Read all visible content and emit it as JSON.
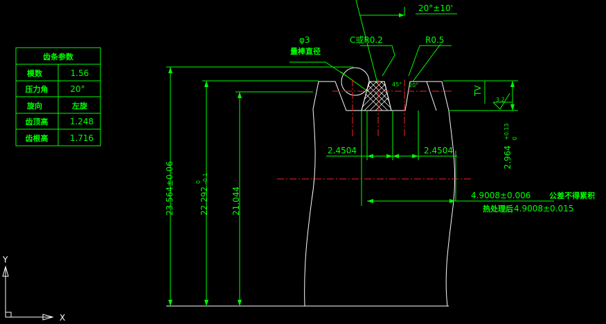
{
  "params_table": {
    "title": "齿条参数",
    "rows": [
      {
        "label": "模数",
        "value": "1.56"
      },
      {
        "label": "压力角",
        "value": "20°"
      },
      {
        "label": "旋向",
        "value": "左旋"
      },
      {
        "label": "齿顶高",
        "value": "1.248"
      },
      {
        "label": "齿根高",
        "value": "1.716"
      }
    ]
  },
  "labels": {
    "angle_tol": "20°±10'",
    "phi3": "φ3",
    "rod_dia": "量棒直径",
    "chamfer": "C或R0.2",
    "r05": "R0.5",
    "angle45": "45°",
    "angle20": "20°",
    "tv": "TV",
    "surface": "3.2",
    "pitch_left": "2.4504",
    "pitch_right": "2.4504",
    "dim_2964_main": "2.964",
    "dim_2964_sup": "+0.13",
    "dim_2964_sub": "0",
    "span_1": "4.9008±0.006",
    "span_1_note": "公差不得累积",
    "span_2_note": "热处理后",
    "span_2": "4.9008±0.015",
    "dim_23564": "23.564±0.06",
    "dim_22292_main": "22.292",
    "dim_22292_sup": "0",
    "dim_22292_sub": "-0.1",
    "dim_21044": "21.044",
    "axis_y": "Y",
    "axis_x": "X"
  }
}
